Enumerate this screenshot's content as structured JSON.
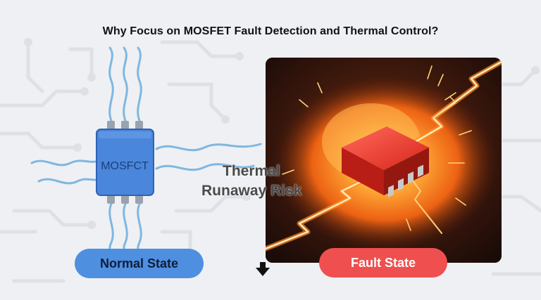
{
  "title": "Why Focus on MOSFET Fault Detection and Thermal  Control?",
  "chip_label": "MOSFCT",
  "center_label_line1": "Thermal",
  "center_label_line2": "Runaway Risk",
  "normal_state_label": "Normal State",
  "fault_state_label": "Fault State",
  "colors": {
    "background": "#eef0f3",
    "chip_blue": "#4a86dc",
    "wave_blue": "#7fb7e0",
    "normal_pill": "#4e8fe0",
    "fault_pill": "#ef4f4f",
    "fire_orange": "#ff7a1a",
    "chip_red": "#e8342a"
  },
  "icons": [
    "down-arrow-icon",
    "mosfet-chip-icon",
    "burning-chip-icon",
    "lightning-icon"
  ]
}
